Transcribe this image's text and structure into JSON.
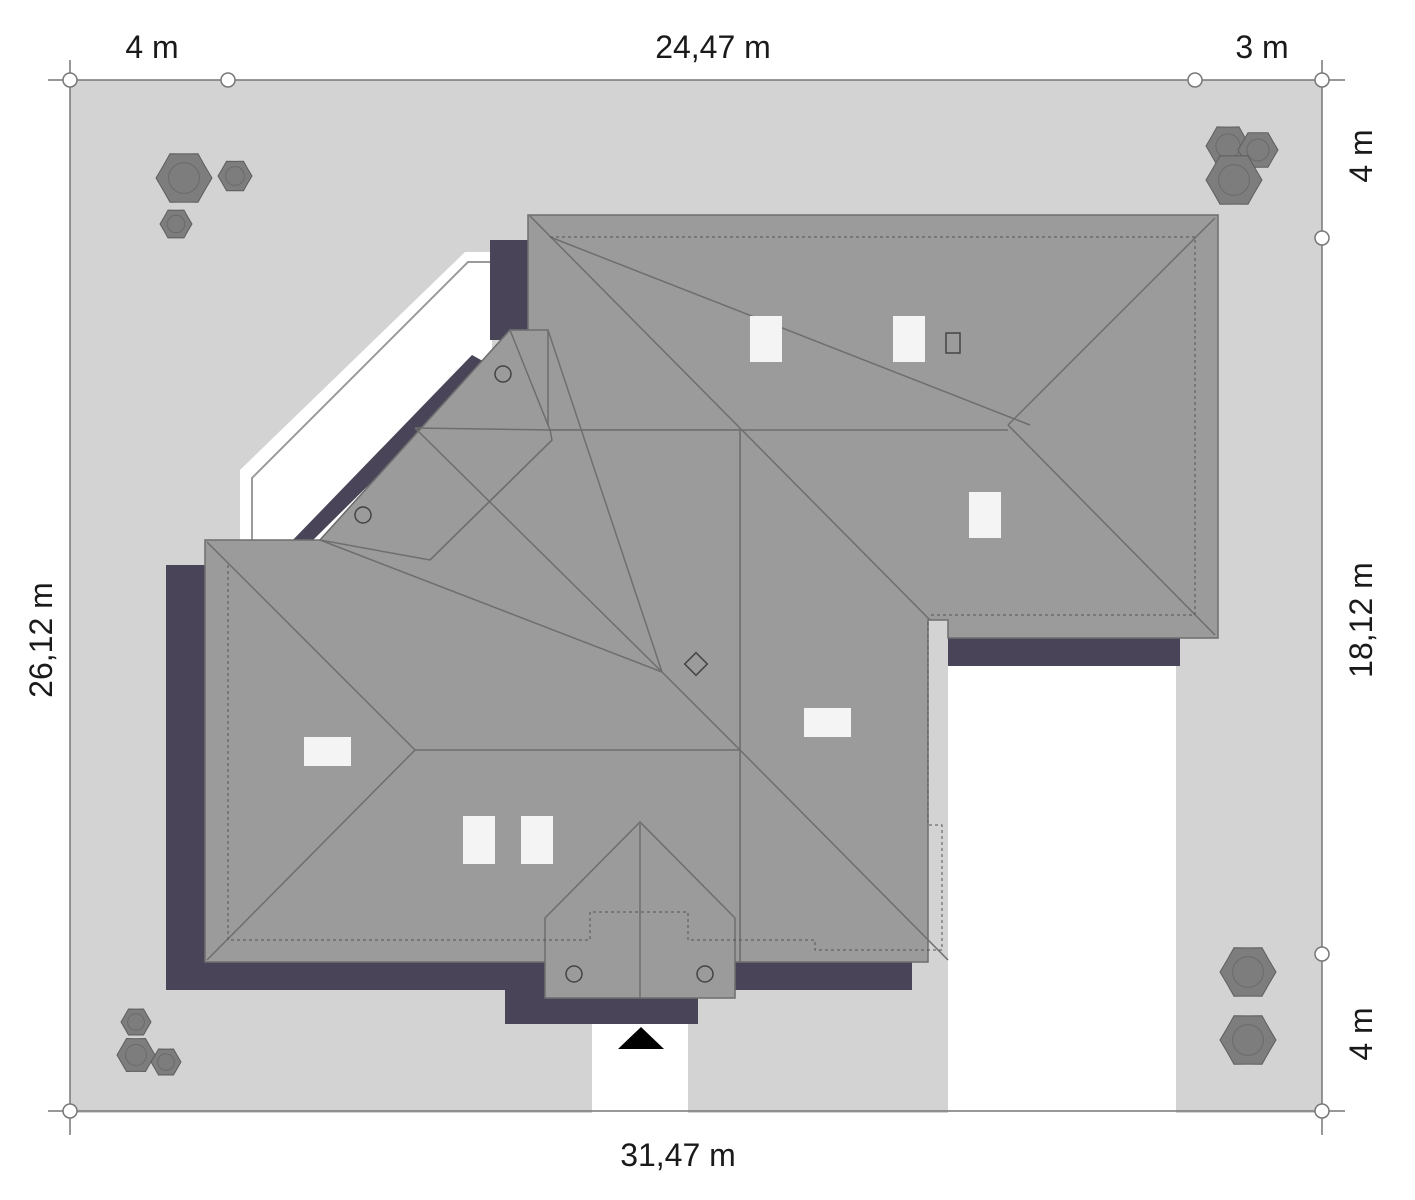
{
  "dimensions": {
    "top_left_setback": "4 m",
    "top_house_width": "24,47 m",
    "top_right_setback": "3 m",
    "right_top_setback": "4 m",
    "right_house_depth": "18,12 m",
    "right_bottom_setback": "4 m",
    "left_plot_depth": "26,12 m",
    "bottom_plot_width": "31,47 m"
  },
  "colors": {
    "plot": "#d3d3d3",
    "roof": "#9b9b9b",
    "roof_edge": "#6e6e6e",
    "shadow": "#4a4458",
    "skylight": "#f4f4f4",
    "tree": "#7d7d7d",
    "driveway": "#ffffff",
    "entrance_marker": "#000000"
  },
  "icons": {
    "tree": "tree-icon",
    "entrance": "entrance-triangle-icon",
    "survey_point": "survey-point-icon"
  }
}
